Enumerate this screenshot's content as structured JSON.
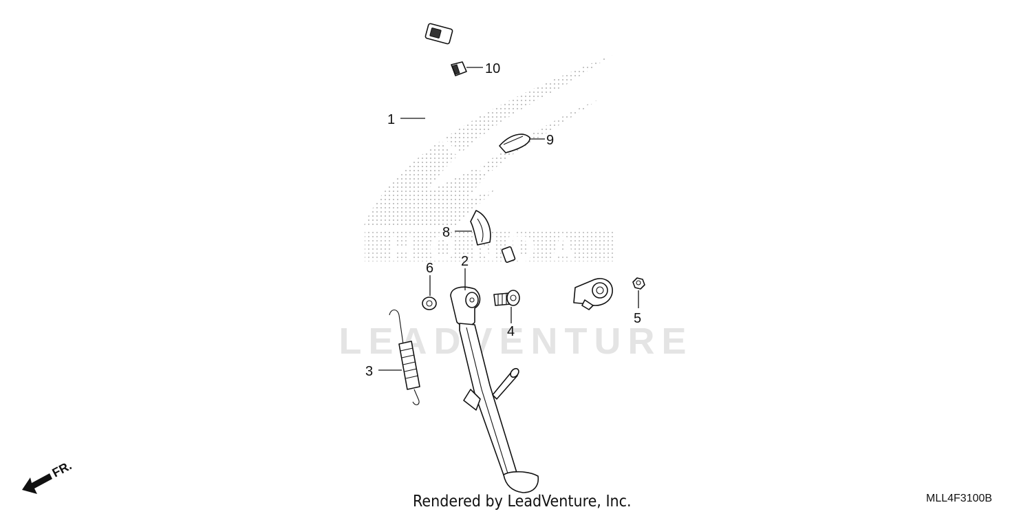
{
  "diagram": {
    "callouts": [
      {
        "id": "1",
        "label": "1"
      },
      {
        "id": "2",
        "label": "2"
      },
      {
        "id": "3",
        "label": "3"
      },
      {
        "id": "4",
        "label": "4"
      },
      {
        "id": "5",
        "label": "5"
      },
      {
        "id": "6",
        "label": "6"
      },
      {
        "id": "8",
        "label": "8"
      },
      {
        "id": "9",
        "label": "9"
      },
      {
        "id": "10",
        "label": "10"
      }
    ],
    "direction_label": "FR.",
    "watermark_text": "LEADVENTURE",
    "watermark_logo": "HONDA"
  },
  "footer": {
    "rendered_by": "Rendered by LeadVenture, Inc.",
    "diagram_code": "MLL4F3100B"
  },
  "colors": {
    "line": "#111111",
    "watermark": "#e4e4e4",
    "background": "#ffffff"
  }
}
